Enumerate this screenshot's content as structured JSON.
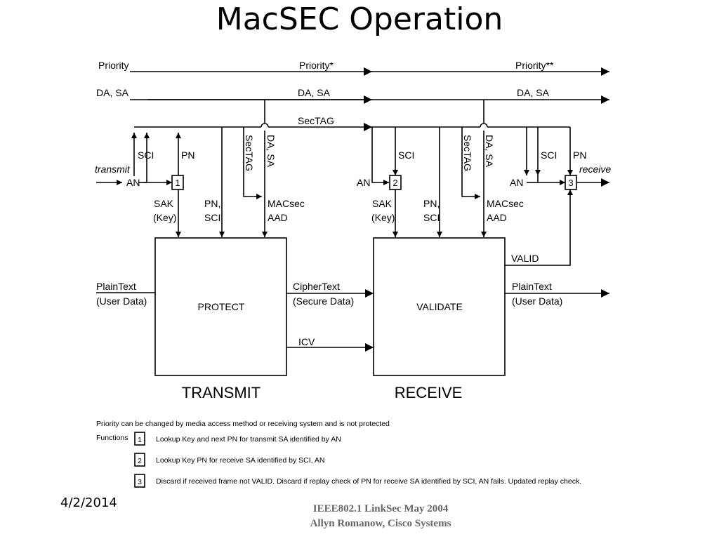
{
  "title": "MacSEC Operation",
  "signals": {
    "priority": "Priority",
    "priority_star": "Priority*",
    "priority_2star": "Priority**",
    "dasa": "DA, SA",
    "sectag": "SecTAG",
    "sci": "SCI",
    "pn": "PN",
    "an": "AN",
    "transmit_label": "transmit",
    "receive_label": "receive",
    "sak": "SAK",
    "key": "(Key)",
    "pn_comma": "PN,",
    "sci_plain": "SCI",
    "macsec": "MACsec",
    "aad": "AAD",
    "valid": "VALID",
    "plaintext": "PlainText",
    "user_data": "(User Data)",
    "ciphertext": "CipherText",
    "secure_data": "(Secure Data)",
    "icv": "ICV"
  },
  "blocks": {
    "protect": "PROTECT",
    "validate": "VALIDATE",
    "transmit": "TRANSMIT",
    "receive": "RECEIVE"
  },
  "functions": {
    "f1": "1",
    "f2": "2",
    "f3": "3"
  },
  "notes": {
    "priority_note": "Priority can be changed by media access method or receiving system and is not protected",
    "functions_label": "Functions",
    "items": [
      {
        "num": "1",
        "text": "Lookup Key and next PN for transmit SA identified by AN"
      },
      {
        "num": "2",
        "text": "Lookup Key PN for receive SA identified by SCI, AN"
      },
      {
        "num": "3",
        "text": "Discard if received frame not VALID. Discard if replay check of PN for receive SA identified by SCI, AN fails. Updated replay check."
      }
    ]
  },
  "footer": {
    "date": "4/2/2014",
    "line1": "IEEE802.1 LinkSec May 2004",
    "line2": "Allyn Romanow, Cisco Systems"
  }
}
